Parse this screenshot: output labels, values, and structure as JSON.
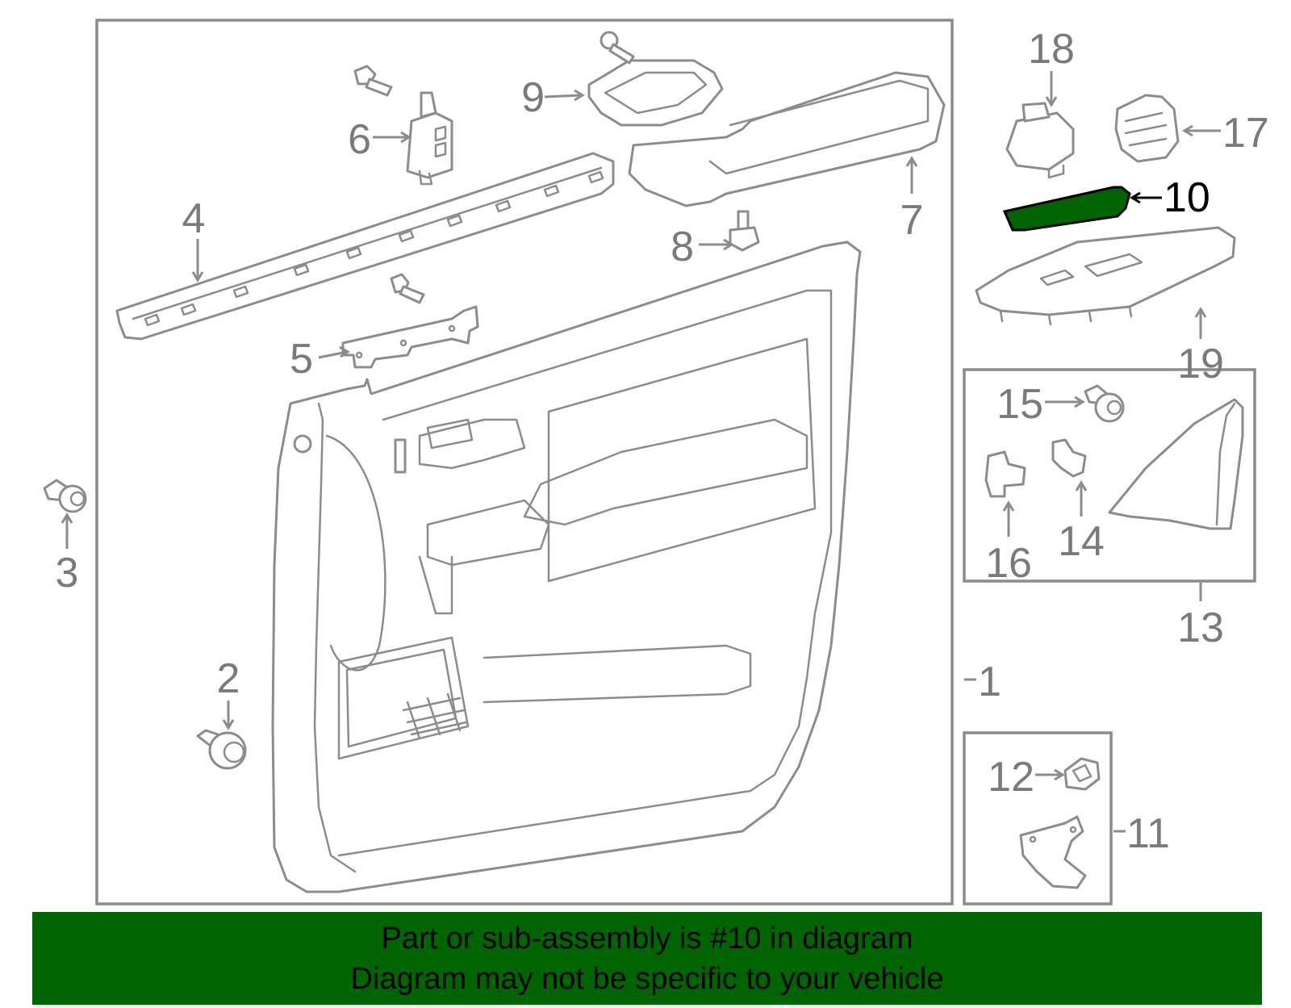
{
  "colors": {
    "highlight_fill": "#006400",
    "banner_background": "#006400",
    "banner_text": "#000000",
    "part_stroke": "#8c8c8c",
    "label_text": "#7a7a7a",
    "highlight_label": "#000000"
  },
  "callouts": {
    "c1": "1",
    "c2": "2",
    "c3": "3",
    "c4": "4",
    "c5": "5",
    "c6": "6",
    "c7": "7",
    "c8": "8",
    "c9": "9",
    "c10": "10",
    "c11": "11",
    "c12": "12",
    "c13": "13",
    "c14": "14",
    "c15": "15",
    "c16": "16",
    "c17": "17",
    "c18": "18",
    "c19": "19"
  },
  "highlighted_part": "10",
  "banner": {
    "line1": "Part or sub-assembly is #10 in diagram",
    "line2": "Diagram may not be specific to your vehicle"
  }
}
